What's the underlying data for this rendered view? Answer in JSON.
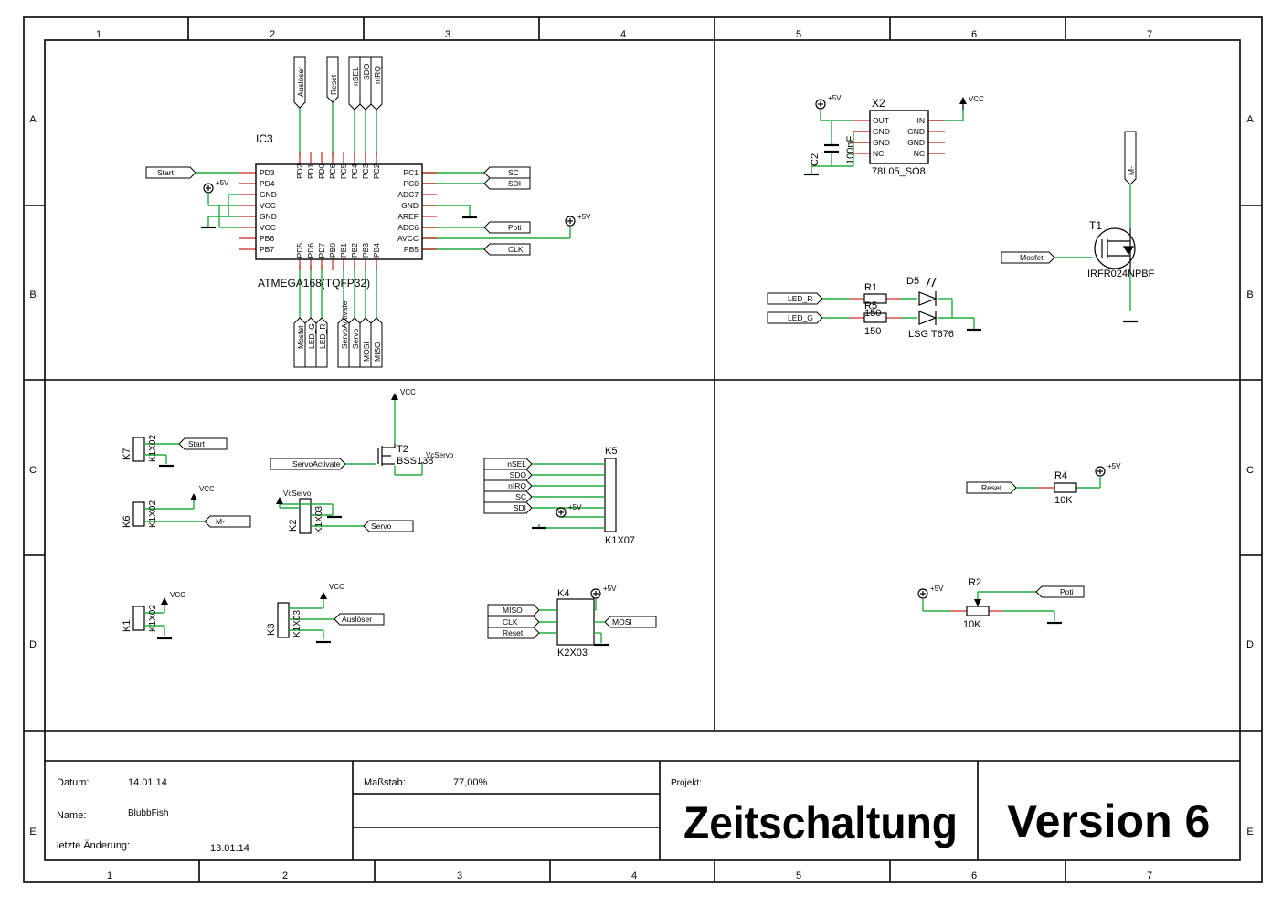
{
  "frame": {
    "cols_top": [
      "1",
      "2",
      "3",
      "4",
      "5",
      "6",
      "7"
    ],
    "cols_bottom": [
      "1",
      "2",
      "3",
      "4",
      "5",
      "6",
      "7"
    ],
    "rows": [
      "A",
      "B",
      "C",
      "D",
      "E"
    ]
  },
  "colors": {
    "wire": "#1fae3a",
    "pin": "#d42020",
    "line": "#000000"
  },
  "ic3": {
    "name": "IC3",
    "value": "ATMEGA168(TQFP32)",
    "left_pins": [
      "PD3",
      "PD4",
      "GND",
      "VCC",
      "GND",
      "VCC",
      "PB6",
      "PB7"
    ],
    "right_pins": [
      "PC1",
      "PC0",
      "ADC7",
      "GND",
      "AREF",
      "ADC6",
      "AVCC",
      "PB5"
    ],
    "top_pins": [
      "PD2",
      "PD1",
      "PD0",
      "PC6",
      "PC5",
      "PC4",
      "PC3",
      "PC2"
    ],
    "bottom_pins": [
      "PD5",
      "PD6",
      "PD7",
      "PB0",
      "PB1",
      "PB2",
      "PB3",
      "PB4"
    ]
  },
  "labels_top": [
    "Auslöser",
    "Reset",
    "nSEL",
    "SDO",
    "nIRQ"
  ],
  "labels_bottom": [
    "Mosfet",
    "LED_G",
    "LED_R",
    "ServoActivate",
    "Servo",
    "MOSI",
    "MISO"
  ],
  "labels_left": [
    "Start"
  ],
  "labels_right": [
    "SC",
    "SDI",
    "Poti",
    "CLK"
  ],
  "supply": {
    "p5v": "+5V",
    "vcc": "VCC",
    "vcservo": "VcServo"
  },
  "x2": {
    "name": "X2",
    "value": "78L05_SO8",
    "left": [
      "OUT",
      "GND",
      "GND",
      "NC"
    ],
    "right": [
      "IN",
      "GND",
      "GND",
      "NC"
    ]
  },
  "c2": {
    "name": "C2",
    "value": "100nF"
  },
  "t1": {
    "name": "T1",
    "value": "IRFR024NPBF",
    "top_label": "M-",
    "gate_label": "Mosfet"
  },
  "r1": {
    "name": "R1",
    "value": "150"
  },
  "r5": {
    "name": "R5",
    "value": "150"
  },
  "d5": {
    "name": "D5",
    "value": "LSG T676",
    "in1": "LED_R",
    "in2": "LED_G"
  },
  "k7": {
    "name": "K7",
    "value": "K1X02",
    "label": "Start"
  },
  "k6": {
    "name": "K6",
    "value": "K1X02",
    "label": "M-"
  },
  "k1": {
    "name": "K1",
    "value": "K1X02"
  },
  "k2": {
    "name": "K2",
    "value": "K1X03",
    "label": "Servo"
  },
  "k3": {
    "name": "K3",
    "value": "K1X03",
    "label": "Auslöser"
  },
  "t2": {
    "name": "T2",
    "value": "BSS138",
    "gate_label": "ServoActivate"
  },
  "k5": {
    "name": "K5",
    "value": "K1X07",
    "labels": [
      "nSEL",
      "SDO",
      "nIRQ",
      "SC",
      "SDI"
    ]
  },
  "k4": {
    "name": "K4",
    "value": "K2X03",
    "left_labels": [
      "MISO",
      "CLK",
      "Reset"
    ],
    "right_label": "MOSI"
  },
  "r4": {
    "name": "R4",
    "value": "10K",
    "label": "Reset"
  },
  "r2": {
    "name": "R2",
    "value": "10K",
    "label": "Poti"
  },
  "title_block": {
    "datum_label": "Datum:",
    "datum_value": "14.01.14",
    "massstab_label": "Maßstab:",
    "massstab_value": "77,00%",
    "name_label": "Name:",
    "name_value": "BlubbFish",
    "aenderung_label": "letzte Änderung:",
    "aenderung_value": "13.01.14",
    "projekt_label": "Projekt:",
    "projekt_value": "Zeitschaltung",
    "version": "Version 6"
  }
}
